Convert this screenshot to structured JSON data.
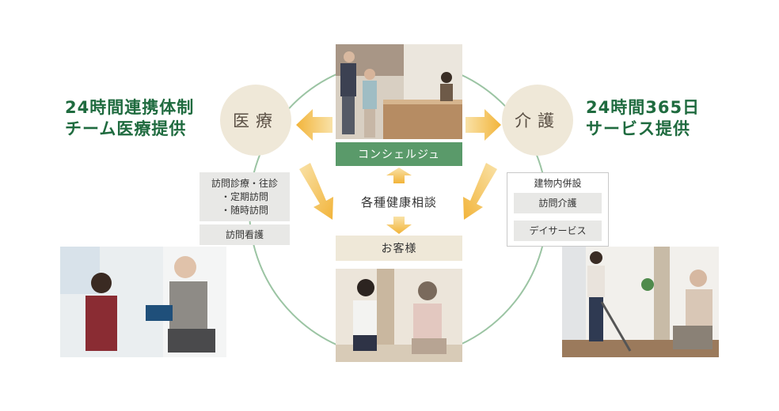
{
  "headline_left": [
    "24時間連携体制",
    "チーム医療提供"
  ],
  "headline_right": [
    "24時間365日",
    "サービス提供"
  ],
  "nodes": {
    "medical": "医療",
    "care": "介護"
  },
  "concierge_label": "コンシェルジュ",
  "consult_label": "各種健康相談",
  "customer_label": "お客様",
  "medical_services": {
    "visit_group": [
      "訪問診療・往診",
      "・定期訪問",
      "・随時訪問"
    ],
    "nursing": "訪問看護"
  },
  "care_services": {
    "title": "建物内併設",
    "items": [
      "訪問介護",
      "デイサービス"
    ]
  },
  "colors": {
    "headline_green": "#1f6b3f",
    "circle_line": "#9bc4a3",
    "arrow_gradient_start": "#f9e2a8",
    "arrow_gradient_end": "#f2b43a",
    "concierge_bg": "#5a9a6a",
    "node_bg": "#efe8d8"
  },
  "photos": [
    {
      "name": "photo-concierge",
      "icon": "photo-reception-desk"
    },
    {
      "name": "photo-medical",
      "icon": "photo-blood-pressure-check"
    },
    {
      "name": "photo-customer",
      "icon": "photo-consultation"
    },
    {
      "name": "photo-care",
      "icon": "photo-cleaning-service"
    }
  ]
}
